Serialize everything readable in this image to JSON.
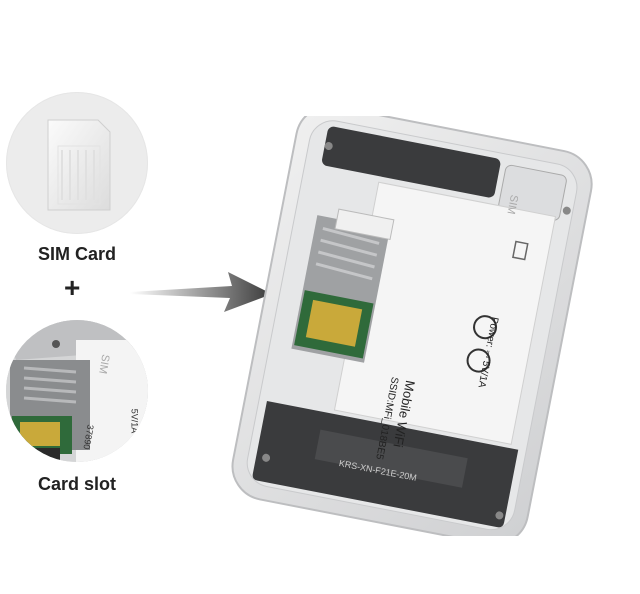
{
  "labels": {
    "sim_card": "SIM Card",
    "plus": "+",
    "card_slot": "Card slot"
  },
  "device_print": {
    "product": "Mobile WiFi",
    "ssid": "SSID:MFi_018BE5",
    "power": "Power: ⎓ 5V/1A",
    "model_code": "KRS-XN-F21E-20M",
    "sim_mark": "SIM",
    "slot_sim_mark": "SIM",
    "slot_power": "5V/1A",
    "slot_code": "37890"
  },
  "colors": {
    "device_shell": "#e4e5e6",
    "device_inner": "#f2f2f2",
    "board": "#3a3b3d",
    "pcb_green": "#2f6a3a",
    "arrow": "#3a3a3a"
  },
  "icons": [
    "sim-card-icon",
    "arrow-right-icon",
    "plus-icon"
  ]
}
